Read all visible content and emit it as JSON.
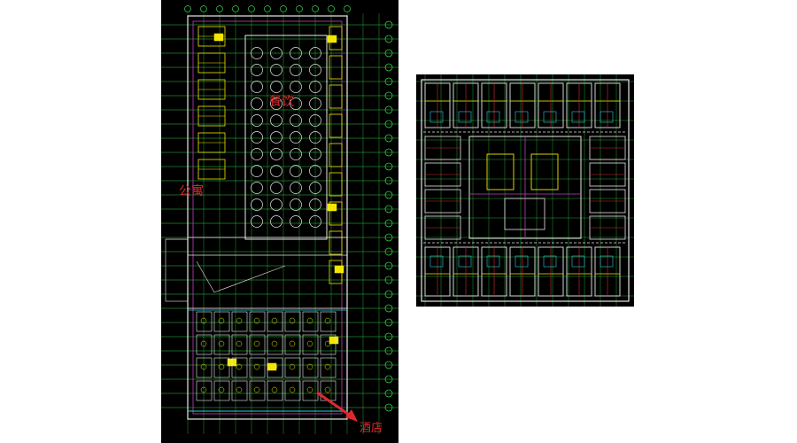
{
  "drawings": {
    "site_plan": {
      "labels": {
        "restaurant": "餐饮",
        "apartment": "公寓",
        "hotel": "酒店"
      }
    },
    "unit_plan": {}
  },
  "colors": {
    "background": "#000000",
    "grid_green": "#2ecc40",
    "wall_yellow": "#f5e600",
    "annotation_red": "#e0282a",
    "wall_white": "#e8e8e8",
    "accent_magenta": "#c040c0",
    "accent_cyan": "#35c8e0"
  }
}
